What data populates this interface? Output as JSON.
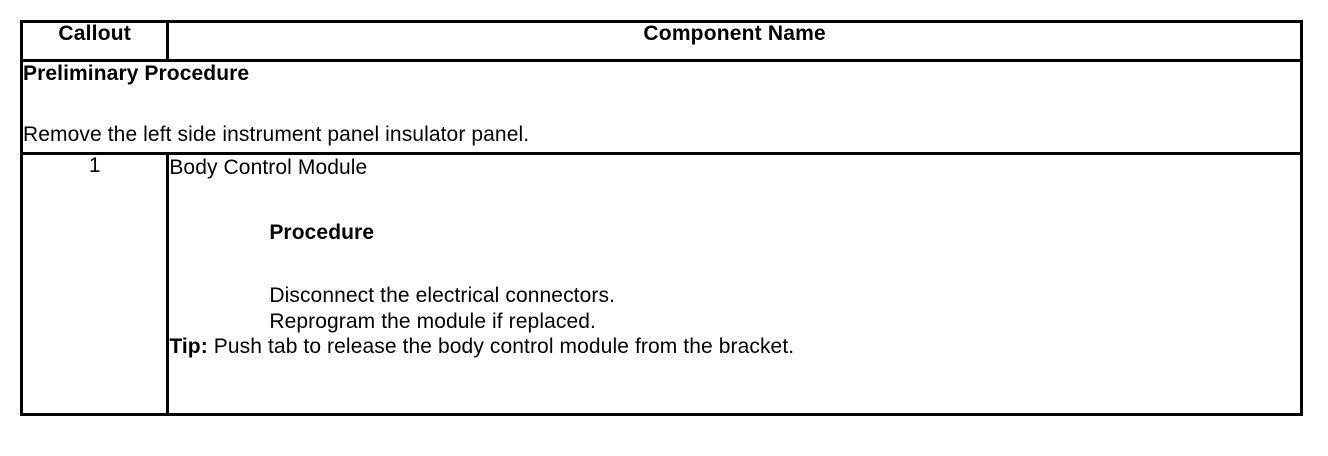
{
  "document": {
    "type": "service-procedure-table",
    "colors": {
      "border": "#000000",
      "text": "#000000",
      "background": "#ffffff"
    }
  },
  "table": {
    "headers": {
      "callout": "Callout",
      "component_name": "Component Name"
    },
    "preliminary": {
      "title": "Preliminary Procedure",
      "body": "Remove the left side instrument panel insulator panel."
    },
    "rows": [
      {
        "callout": "1",
        "component_name": "Body Control Module",
        "procedure_heading": "Procedure",
        "steps": [
          "Disconnect the electrical connectors.",
          "Reprogram the module if replaced."
        ],
        "tip_label": "Tip:",
        "tip_text": " Push tab to release the body control module from the bracket."
      }
    ]
  }
}
